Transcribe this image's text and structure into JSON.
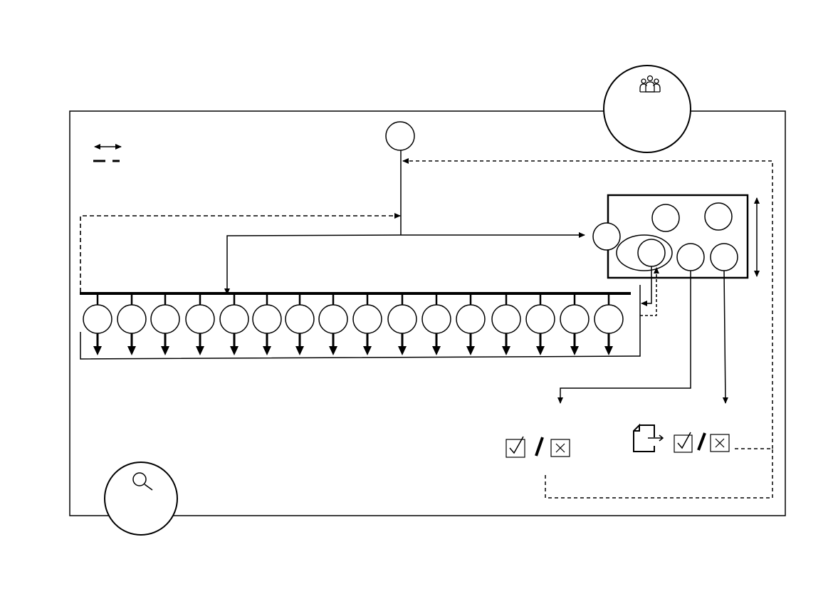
{
  "diagram": {
    "background": "#ffffff",
    "stroke_color": "#000000",
    "legend": {
      "items": [
        {
          "icon": "double-headed-arrow-icon"
        },
        {
          "icon": "dashed-line-icon"
        }
      ]
    },
    "top_node": {
      "icon": "none"
    },
    "team_badge": {
      "icon": "group-of-people-icon"
    },
    "search_badge": {
      "icon": "magnifying-glass-icon"
    },
    "cluster": {
      "node_count": 5,
      "entry_node": {
        "icon": "none"
      },
      "highlighted_node": {
        "icon": "none"
      }
    },
    "bus": {
      "node_count": 16
    },
    "outcomes": [
      {
        "icons": [
          "checked-box-icon",
          "slash-icon",
          "crossed-box-icon"
        ]
      },
      {
        "icons": [
          "export-document-icon",
          "checked-box-icon",
          "slash-icon",
          "crossed-box-icon"
        ]
      }
    ]
  }
}
